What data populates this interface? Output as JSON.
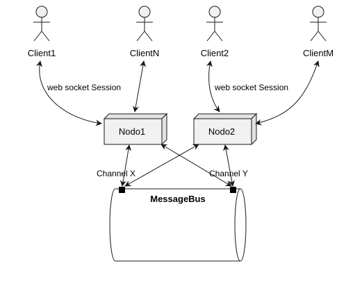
{
  "actors": [
    {
      "id": "client1",
      "label": "Client1"
    },
    {
      "id": "clientn",
      "label": "ClientN"
    },
    {
      "id": "client2",
      "label": "Client2"
    },
    {
      "id": "clientm",
      "label": "ClientM"
    }
  ],
  "nodes": [
    {
      "id": "nodo1",
      "label": "Nodo1"
    },
    {
      "id": "nodo2",
      "label": "Nodo2"
    }
  ],
  "edge_labels": {
    "session_left": "web socket Session",
    "session_right": "web socket Session",
    "channel_x": "Channel X",
    "channel_y": "Channel Y"
  },
  "message_bus": {
    "label": "MessageBus"
  },
  "colors": {
    "actor_fill": "#f1f1f1",
    "node_fill": "#f1f1f1",
    "node_side": "#e2e2e2",
    "line": "#181818",
    "port": "#000000"
  }
}
